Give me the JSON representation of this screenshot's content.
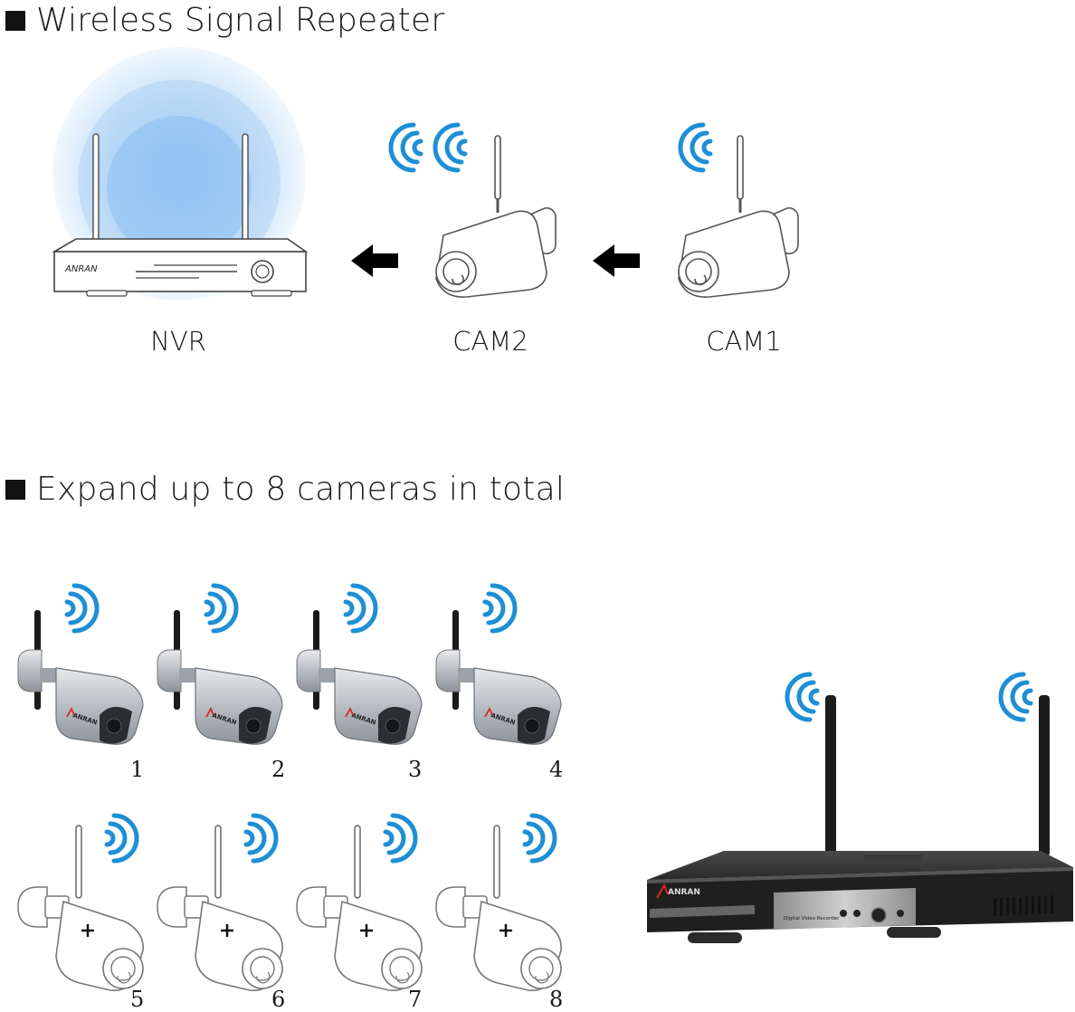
{
  "sections": {
    "repeater": {
      "title": "Wireless Signal Repeater"
    },
    "expand": {
      "title": "Expand up to 8 cameras in total"
    }
  },
  "chain": {
    "devices": [
      {
        "label": "NVR"
      },
      {
        "label": "CAM2"
      },
      {
        "label": "CAM1"
      }
    ],
    "brand_mark": "ANRAN"
  },
  "cameras": [
    {
      "number": "1",
      "installed": true
    },
    {
      "number": "2",
      "installed": true
    },
    {
      "number": "3",
      "installed": true
    },
    {
      "number": "4",
      "installed": true
    },
    {
      "number": "5",
      "installed": false
    },
    {
      "number": "6",
      "installed": false
    },
    {
      "number": "7",
      "installed": false
    },
    {
      "number": "8",
      "installed": false
    }
  ],
  "nvr_front": {
    "brand_mark": "ANRAN",
    "panel_text": "Digital Video Recorder"
  },
  "colors": {
    "signal": "#1e8fd6",
    "arrow": "#000000",
    "nvr_body": "#2b2b2b",
    "camera_metal": "#c9ccd0"
  }
}
